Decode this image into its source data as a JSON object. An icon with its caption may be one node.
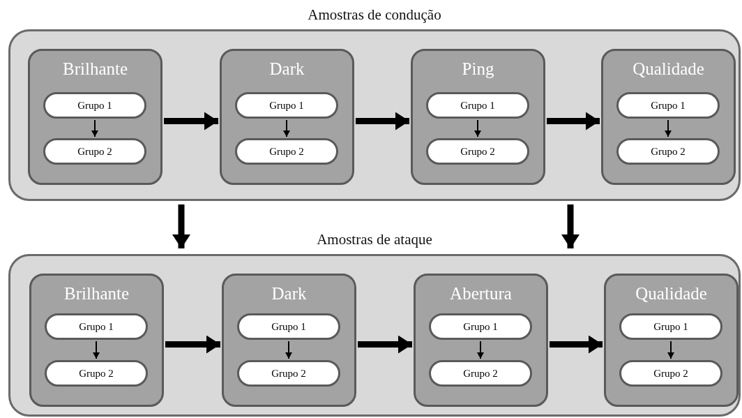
{
  "diagram": {
    "nodes": [
      {
        "text": [
          "Amostras de condução"
        ]
      },
      {
        "text": [
          "Brilhante"
        ],
        "in": 0
      },
      {
        "text": [
          "Grupo 1"
        ],
        "in": 1
      },
      {
        "text": [
          "Grupo 2"
        ],
        "in": 1
      },
      {
        "text": [
          "Dark"
        ],
        "in": 0
      },
      {
        "text": [
          "Grupo 1"
        ],
        "in": 4
      },
      {
        "text": [
          "Grupo 2"
        ],
        "in": 4
      },
      {
        "text": [
          "Ping"
        ],
        "in": 0
      },
      {
        "text": [
          "Grupo 1"
        ],
        "in": 7
      },
      {
        "text": [
          "Grupo 2"
        ],
        "in": 7
      },
      {
        "text": [
          "Qualidade"
        ],
        "in": 0
      },
      {
        "text": [
          "Grupo 1"
        ],
        "in": 10
      },
      {
        "text": [
          "Grupo 2"
        ],
        "in": 10
      },
      {
        "text": [
          "Amostras de ataque"
        ]
      },
      {
        "text": [
          "Brilhante"
        ],
        "in": 13
      },
      {
        "text": [
          "Grupo 1"
        ],
        "in": 14
      },
      {
        "text": [
          "Grupo 2"
        ],
        "in": 14
      },
      {
        "text": [
          "Dark"
        ],
        "in": 13
      },
      {
        "text": [
          "Grupo 1"
        ],
        "in": 17
      },
      {
        "text": [
          "Grupo 2"
        ],
        "in": 17
      },
      {
        "text": [
          "Abertura"
        ],
        "in": 13
      },
      {
        "text": [
          "Grupo 1"
        ],
        "in": 20
      },
      {
        "text": [
          "Grupo 2"
        ],
        "in": 20
      },
      {
        "text": [
          "Qualidade"
        ],
        "in": 13
      },
      {
        "text": [
          "Grupo 1"
        ],
        "in": 23
      },
      {
        "text": [
          "Grupo 2"
        ],
        "in": 23
      }
    ],
    "edges": [
      {
        "from": 2,
        "to": 3,
        "arrow": "to"
      },
      {
        "from": 5,
        "to": 6,
        "arrow": "to"
      },
      {
        "from": 8,
        "to": 9,
        "arrow": "to"
      },
      {
        "from": 11,
        "to": 12,
        "arrow": "to"
      },
      {
        "from": 1,
        "to": 4,
        "arrow": "to",
        "style": "thick"
      },
      {
        "from": 4,
        "to": 7,
        "arrow": "to",
        "style": "thick"
      },
      {
        "from": 7,
        "to": 10,
        "arrow": "to",
        "style": "thick"
      },
      {
        "from": 0,
        "to": 13,
        "arrow": "to",
        "style": "thick"
      },
      {
        "from": 0,
        "to": 13,
        "arrow": "to",
        "style": "thick"
      },
      {
        "from": 15,
        "to": 16,
        "arrow": "to"
      },
      {
        "from": 18,
        "to": 19,
        "arrow": "to"
      },
      {
        "from": 21,
        "to": 22,
        "arrow": "to"
      },
      {
        "from": 24,
        "to": 25,
        "arrow": "to"
      },
      {
        "from": 14,
        "to": 17,
        "arrow": "to",
        "style": "thick"
      },
      {
        "from": 17,
        "to": 20,
        "arrow": "to",
        "style": "thick"
      },
      {
        "from": 20,
        "to": 23,
        "arrow": "to",
        "style": "thick"
      }
    ]
  }
}
